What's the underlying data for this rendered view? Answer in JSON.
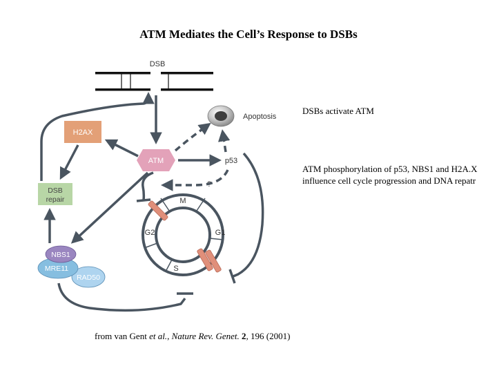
{
  "title": "ATM Mediates the Cell’s Response to DSBs",
  "notes": {
    "activate": "DSBs activate ATM",
    "phosphorylation": "ATM phosphorylation of p53, NBS1 and H2A.X influence cell cycle progression and DNA repatr"
  },
  "citation": {
    "prefix": "from van Gent ",
    "et_al": "et al.",
    "comma": ", ",
    "journal": "Nature Rev. Genet.",
    "volume": "2",
    "pages": ", 196 (2001)"
  },
  "diagram": {
    "dsb_label": "DSB",
    "apoptosis_label": "Apoptosis",
    "h2ax_label": "H2AX",
    "atm_label": "ATM",
    "p53_label": "p53",
    "question_mark": "?",
    "dsb_repair_line1": "DSB",
    "dsb_repair_line2": "repair",
    "nbs1_label": "NBS1",
    "mre11_label": "MRE11",
    "rad50_label": "RAD50",
    "phases": {
      "m": "M",
      "g1": "G1",
      "s": "S",
      "g2": "G2"
    }
  },
  "colors": {
    "arrow": "#4a5560",
    "h2ax_fill": "#e3a077",
    "atm_fill": "#e3a2b9",
    "repair_fill": "#b8d6a6",
    "nbs1_fill": "#9a86c0",
    "mre11_fill": "#86bee0",
    "rad50_fill": "#aed4ef",
    "checkpoint": "#e08f7a"
  }
}
